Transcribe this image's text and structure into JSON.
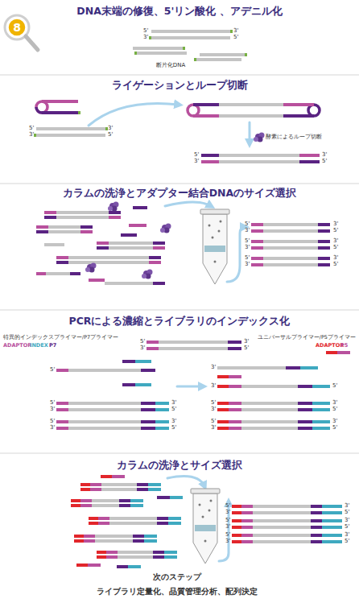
{
  "diagram": {
    "nodes": [
      {
        "text": [
          "8"
        ]
      }
    ],
    "labels": [
      "DNA末端の修復、5'リン酸化 、アデニル化",
      "5'",
      "3'",
      "3'",
      "5'",
      "断片化DNA",
      "ライゲーションとループ切断",
      "5'",
      "3'",
      "3'",
      "5'",
      "酵素によるループ切断",
      "5'",
      "3'",
      "3'",
      "5'",
      "カラムの洗浄とアダプター結合DNAのサイズ選択",
      "5'",
      "3'",
      "3'",
      "5'",
      "5'",
      "3'",
      "3'",
      "5'",
      "5'",
      "3'",
      "3'",
      "5'",
      "PCRによる濃縮とライブラリのインデックス化",
      "特異的インデックスプライマー/P7プライマー",
      "ADAPTOR",
      "INDEX",
      "P7",
      "5'",
      "3'",
      "3'",
      "5'",
      "ユニバーサルプライマー/P5プライマー",
      "ADAPTOR",
      "P5",
      "5'",
      "5'",
      "3'",
      "3'",
      "5'",
      "5'",
      "3'",
      "3'",
      "5'",
      "3'",
      "3'",
      "5'",
      "5'",
      "3'",
      "3'",
      "5'",
      "5'",
      "3'",
      "3'",
      "5'",
      "カラムの洗浄とサイズ選択",
      "5'",
      "3'",
      "3'",
      "5'",
      "5'",
      "3'",
      "3'",
      "5'",
      "5'",
      "3'",
      "3'",
      "5'",
      "次のステップ",
      "ライブラリ定量化、品質管理分析、配列決定"
    ]
  }
}
